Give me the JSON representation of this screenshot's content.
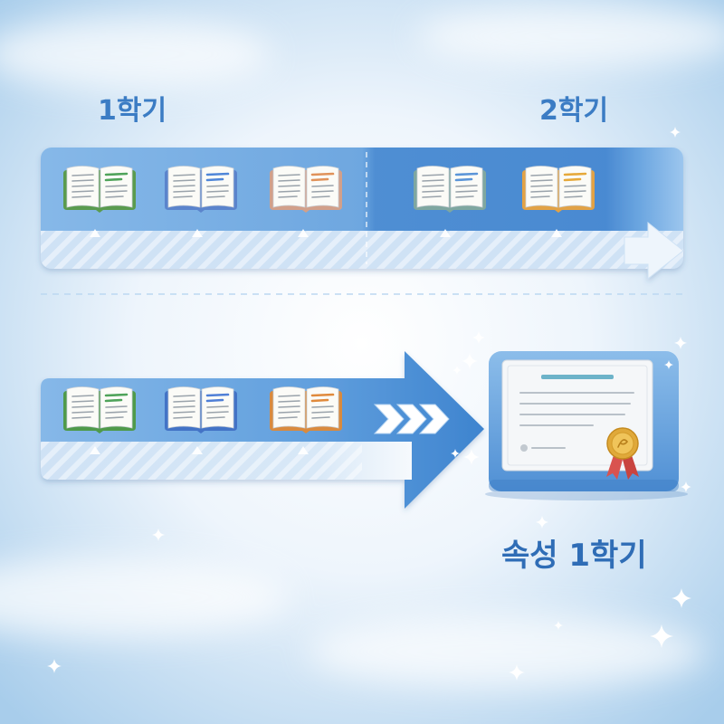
{
  "labels": {
    "first_semester": "1학기",
    "second_semester": "2학기",
    "accelerated": "속성 1학기"
  },
  "colors": {
    "label": "#3b7cc4",
    "accelerated_label": "#2f6db6",
    "bar_light": "#86b8e8",
    "bar_dark": "#4a8ad2",
    "background_edge": "#a8cdeb"
  },
  "icons": {
    "book": "open-book-icon",
    "certificate": "certificate-icon",
    "seal": "award-seal-icon",
    "sparkle": "sparkle-icon",
    "chevron": "chevron-right-icon",
    "arrow": "arrow-right-icon"
  },
  "top_track": {
    "books": [
      {
        "icon": "open-book-icon",
        "cover": "#5a9b4e",
        "accent": "#4fa35a"
      },
      {
        "icon": "open-book-icon",
        "cover": "#5b84cc",
        "accent": "#4f86d8"
      },
      {
        "icon": "open-book-icon",
        "cover": "#d2a08a",
        "accent": "#e0925a"
      },
      {
        "icon": "open-book-icon",
        "cover": "#7fa7a0",
        "accent": "#5b95d8"
      },
      {
        "icon": "open-book-icon",
        "cover": "#e2a245",
        "accent": "#e6a93a"
      }
    ]
  },
  "bottom_track": {
    "books": [
      {
        "icon": "open-book-icon",
        "cover": "#4f9a4a",
        "accent": "#4fa35a"
      },
      {
        "icon": "open-book-icon",
        "cover": "#4373c6",
        "accent": "#4f7fd6"
      },
      {
        "icon": "open-book-icon",
        "cover": "#d98a3e",
        "accent": "#e08a3c"
      }
    ]
  }
}
